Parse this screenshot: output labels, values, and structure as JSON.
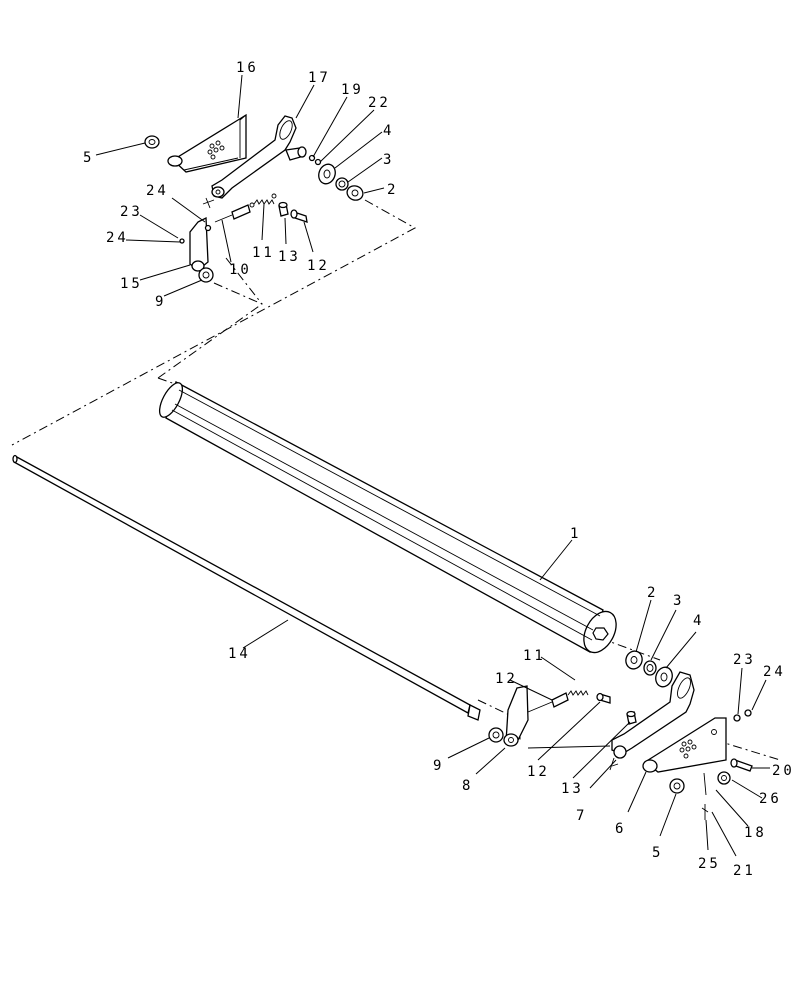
{
  "diagram": {
    "callouts": [
      {
        "id": "c16",
        "text": "16"
      },
      {
        "id": "c17",
        "text": "17"
      },
      {
        "id": "c19",
        "text": "19"
      },
      {
        "id": "c22",
        "text": "22"
      },
      {
        "id": "c4a",
        "text": "4"
      },
      {
        "id": "c3a",
        "text": "3"
      },
      {
        "id": "c2a",
        "text": "2"
      },
      {
        "id": "c5a",
        "text": "5"
      },
      {
        "id": "c24a",
        "text": "24"
      },
      {
        "id": "c23a",
        "text": "23"
      },
      {
        "id": "c24b",
        "text": "24"
      },
      {
        "id": "c10",
        "text": "10"
      },
      {
        "id": "c11a",
        "text": "11"
      },
      {
        "id": "c13a",
        "text": "13"
      },
      {
        "id": "c12a",
        "text": "12"
      },
      {
        "id": "c15",
        "text": "15"
      },
      {
        "id": "c9a",
        "text": "9"
      },
      {
        "id": "c1",
        "text": "1"
      },
      {
        "id": "c14",
        "text": "14"
      },
      {
        "id": "c2b",
        "text": "2"
      },
      {
        "id": "c3b",
        "text": "3"
      },
      {
        "id": "c4b",
        "text": "4"
      },
      {
        "id": "c23b",
        "text": "23"
      },
      {
        "id": "c24c",
        "text": "24"
      },
      {
        "id": "c11b",
        "text": "11"
      },
      {
        "id": "c12b",
        "text": "12"
      },
      {
        "id": "c12c",
        "text": "12"
      },
      {
        "id": "c13b",
        "text": "13"
      },
      {
        "id": "c9b",
        "text": "9"
      },
      {
        "id": "c8",
        "text": "8"
      },
      {
        "id": "c7",
        "text": "7"
      },
      {
        "id": "c6",
        "text": "6"
      },
      {
        "id": "c20",
        "text": "20"
      },
      {
        "id": "c26",
        "text": "26"
      },
      {
        "id": "c18",
        "text": "18"
      },
      {
        "id": "c5b",
        "text": "5"
      },
      {
        "id": "c25",
        "text": "25"
      },
      {
        "id": "c21",
        "text": "21"
      }
    ]
  }
}
